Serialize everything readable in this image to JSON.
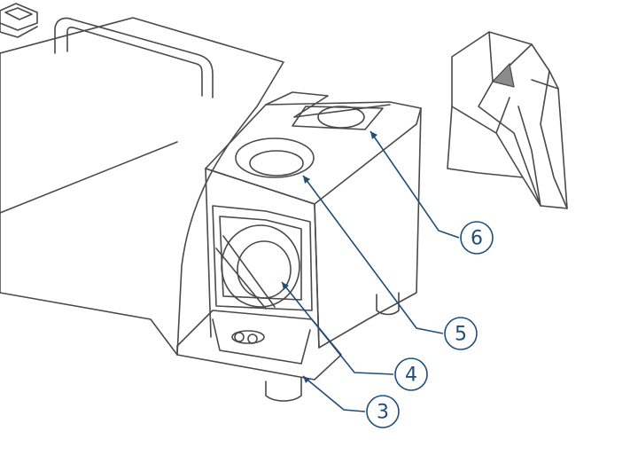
{
  "diagram": {
    "colors": {
      "outline": "#4a4a4a",
      "callout": "#1f4e79",
      "background": "#ffffff",
      "shade": "#8a8a8a"
    },
    "callouts": [
      {
        "id": "c6",
        "label": "6"
      },
      {
        "id": "c5",
        "label": "5"
      },
      {
        "id": "c4",
        "label": "4"
      },
      {
        "id": "c3",
        "label": "3"
      }
    ]
  }
}
